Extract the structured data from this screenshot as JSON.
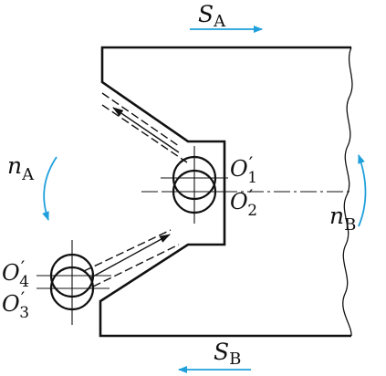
{
  "labels": {
    "s_a": {
      "main": "S",
      "sub": "A"
    },
    "s_b": {
      "main": "S",
      "sub": "B"
    },
    "n_a": {
      "main": "n",
      "sub": "A"
    },
    "n_b": {
      "main": "n",
      "sub": "B"
    },
    "o1": {
      "main": "O",
      "sup": "′",
      "sub": "1"
    },
    "o2": {
      "main": "O",
      "sup": "′",
      "sub": "2"
    },
    "o3": {
      "main": "O",
      "sup": "′",
      "sub": "3"
    },
    "o4": {
      "main": "O",
      "sup": "′",
      "sub": "4"
    }
  },
  "colors": {
    "outline": "#111111",
    "motion_arrow": "#1fa0dc",
    "background": "#ffffff"
  }
}
